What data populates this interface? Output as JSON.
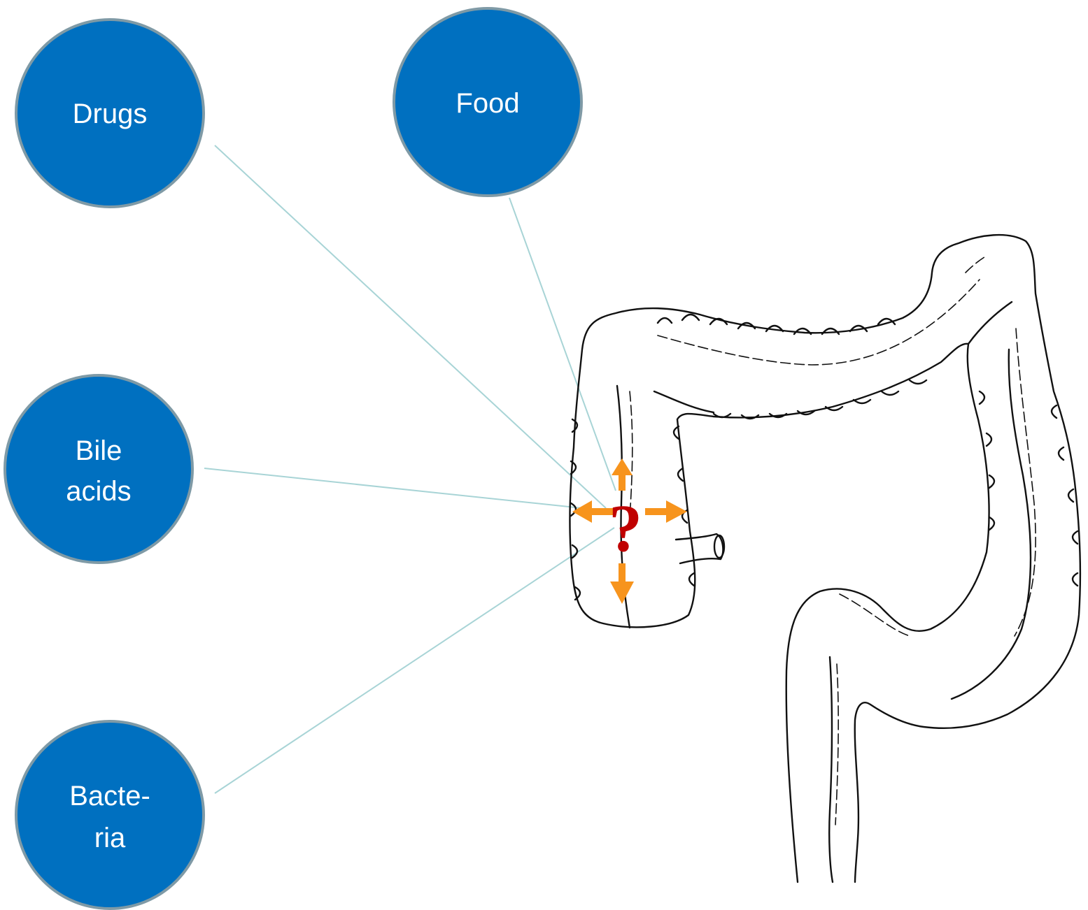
{
  "nodes": [
    {
      "id": "drugs",
      "lines": [
        "Drugs"
      ]
    },
    {
      "id": "food",
      "lines": [
        "Food"
      ]
    },
    {
      "id": "bile",
      "lines": [
        "Bile",
        "acids"
      ]
    },
    {
      "id": "bacteria",
      "lines": [
        "Bacte-",
        "ria"
      ]
    }
  ],
  "center_symbol": "?",
  "colors": {
    "node_fill": "#0070c0",
    "node_stroke": "#7f9aa6",
    "connector": "#a8d4d6",
    "arrow": "#f7941d",
    "question_mark": "#c00000"
  },
  "icons": [
    "colon-illustration",
    "four-way-arrow-icon"
  ]
}
